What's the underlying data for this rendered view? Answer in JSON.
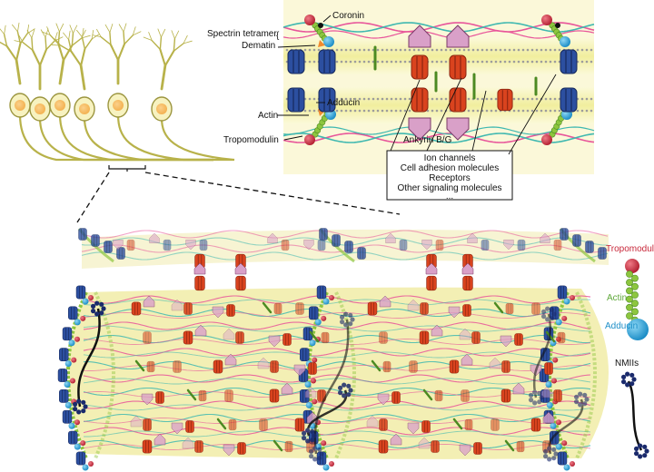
{
  "inset_labels": {
    "coronin": "Coronin",
    "spectrin_tetramer": "Spectrin tetramer",
    "dematin": "Dematin",
    "actin": "Actin",
    "adducin": "Adducin",
    "tropomodulin": "Tropomodulin",
    "ankyrin": "Ankyrin B/G"
  },
  "callout_box": {
    "lines": [
      "Ion channels",
      "Cell adhesion molecules",
      "Receptors",
      "Other signaling molecules",
      "..."
    ]
  },
  "legend": {
    "tropomodulin": "Tropomodulin",
    "actin": "Actin",
    "adducin": "Adducin",
    "nmiis": "NMIIs"
  },
  "colors": {
    "tropomodulin": "#c8283a",
    "actin": "#8dc63f",
    "adducin": "#29a9e0",
    "spectrin_pink": "#e8559a",
    "spectrin_teal": "#3fb8b0",
    "channel_blue": "#2c4fa0",
    "channel_red": "#d9431e",
    "ankyrin_pink": "#d9a0c8",
    "membrane_yellow": "#f6f3b4",
    "nmii": "#1a2a6c"
  }
}
